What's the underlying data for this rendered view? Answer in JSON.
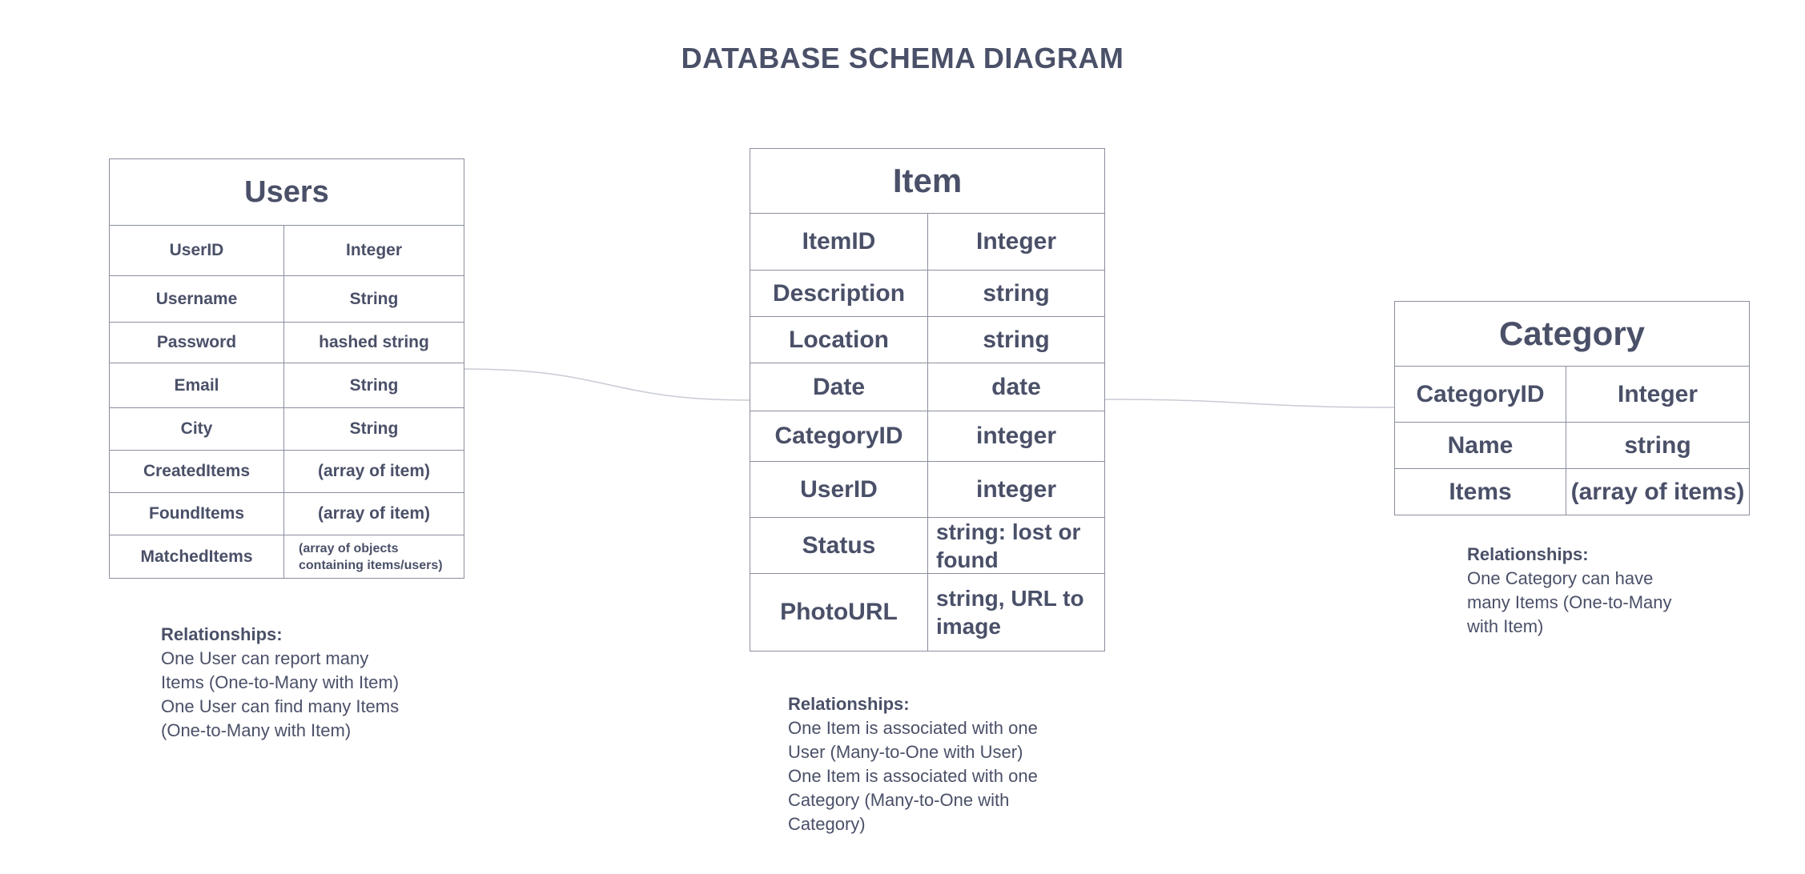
{
  "title": "DATABASE SCHEMA DIAGRAM",
  "tables": {
    "users": {
      "name": "Users",
      "fields": [
        {
          "name": "UserID",
          "type": "Integer"
        },
        {
          "name": "Username",
          "type": "String"
        },
        {
          "name": "Password",
          "type": "hashed string"
        },
        {
          "name": "Email",
          "type": "String"
        },
        {
          "name": "City",
          "type": "String"
        },
        {
          "name": "CreatedItems",
          "type": "(array of item)"
        },
        {
          "name": "FoundItems",
          "type": "(array of item)"
        },
        {
          "name": "MatchedItems",
          "type": "(array of objects containing items/users)"
        }
      ],
      "relationships_title": "Relationships:",
      "relationships": [
        "One User can report many Items (One-to-Many with Item)",
        "One User can find many Items (One-to-Many with Item)"
      ]
    },
    "item": {
      "name": "Item",
      "fields": [
        {
          "name": "ItemID",
          "type": "Integer"
        },
        {
          "name": "Description",
          "type": "string"
        },
        {
          "name": "Location",
          "type": "string"
        },
        {
          "name": "Date",
          "type": "date"
        },
        {
          "name": "CategoryID",
          "type": "integer"
        },
        {
          "name": "UserID",
          "type": "integer"
        },
        {
          "name": "Status",
          "type": "string: lost or found"
        },
        {
          "name": "PhotoURL",
          "type": "string, URL to image"
        }
      ],
      "relationships_title": "Relationships:",
      "relationships": [
        "One Item is associated with one User (Many-to-One with User)",
        "One Item is associated with one Category (Many-to-One with Category)"
      ]
    },
    "category": {
      "name": "Category",
      "fields": [
        {
          "name": "CategoryID",
          "type": "Integer"
        },
        {
          "name": "Name",
          "type": "string"
        },
        {
          "name": "Items",
          "type": "(array of items)"
        }
      ],
      "relationships_title": "Relationships:",
      "relationships": [
        "One Category can have many Items (One-to-Many with Item)"
      ]
    }
  }
}
